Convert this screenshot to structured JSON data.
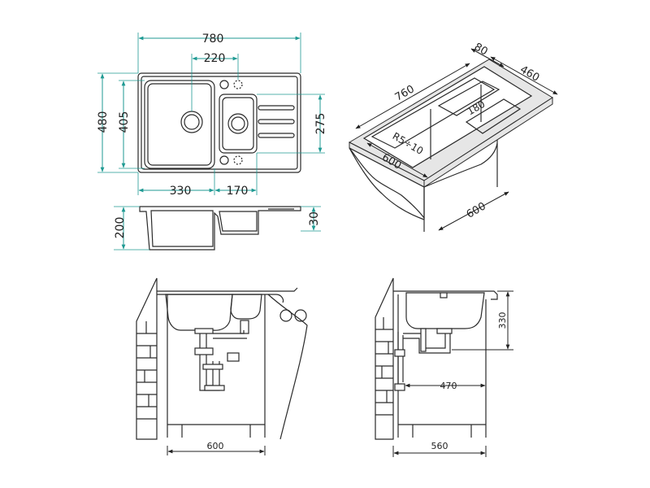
{
  "colors": {
    "dimension_line": "#1f9a93",
    "outline": "#2a2a2a",
    "counter_fill": "#e6e6e6"
  },
  "top_view": {
    "width": "780",
    "depth": "480",
    "main_bowl_depth": "405",
    "small_bowl_depth": "275",
    "drain_spacing": "220",
    "main_bowl_width": "330",
    "small_bowl_width": "170"
  },
  "side_profile": {
    "bowl_depth": "200",
    "rim_height": "30"
  },
  "iso_view": {
    "depth": "80",
    "width": "460",
    "length": "760",
    "radius": "R5÷10",
    "drainer": "180",
    "cabinet_depth_a": "600",
    "cabinet_depth_b": "600"
  },
  "front_install": {
    "cabinet_width": "600"
  },
  "side_install": {
    "height": "330",
    "offset": "470",
    "cabinet_depth": "560"
  }
}
